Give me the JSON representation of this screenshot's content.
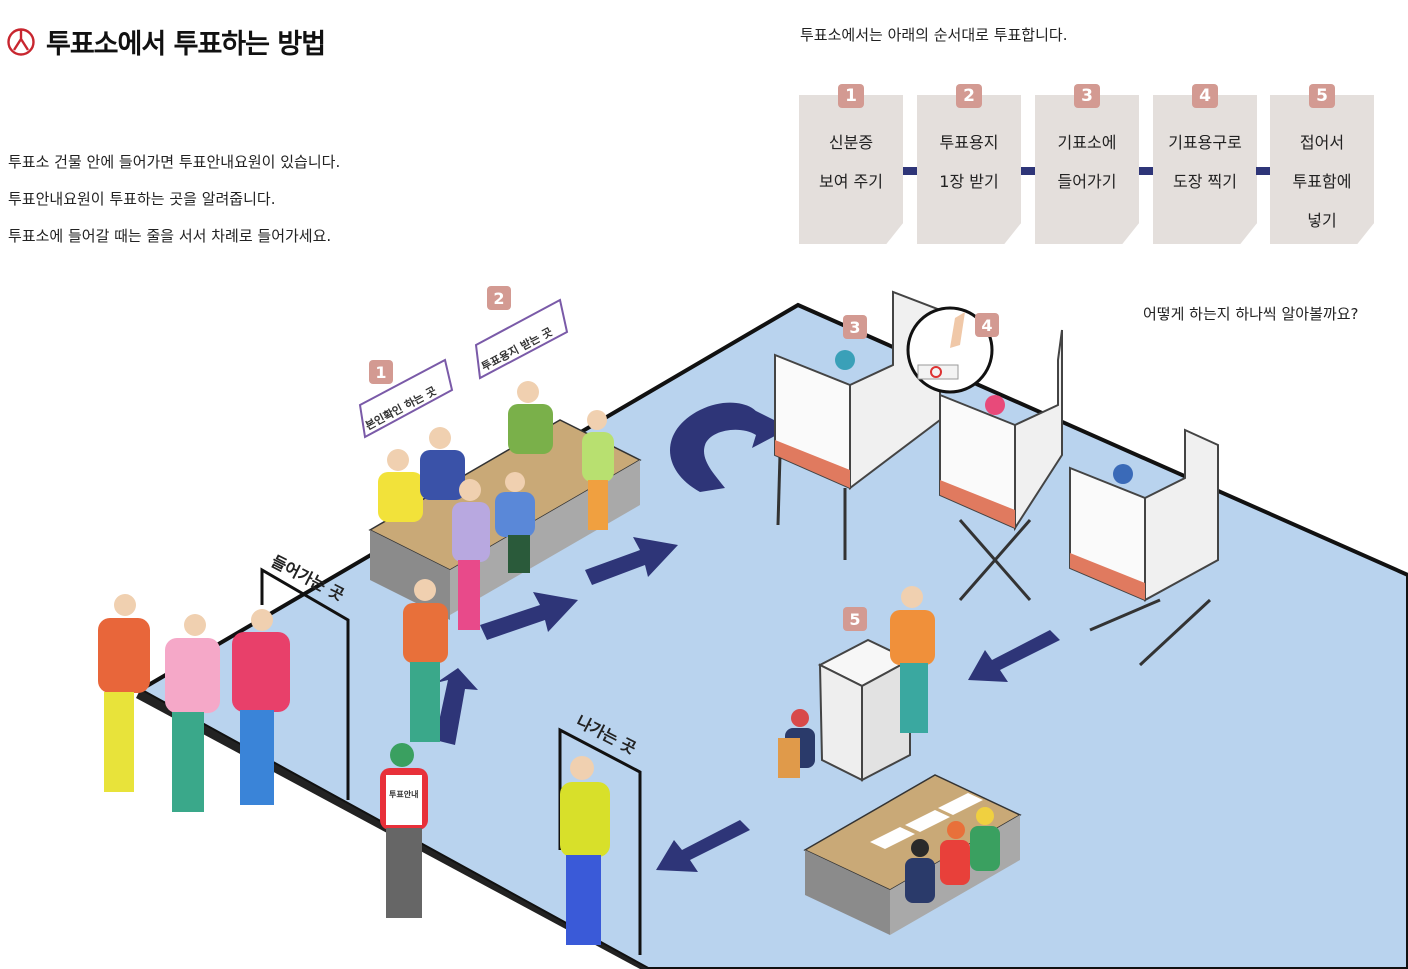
{
  "header": {
    "title": "투표소에서 투표하는 방법",
    "icon": "vote-stamp-icon"
  },
  "intro": {
    "lines": [
      "투표소 건물 안에 들어가면 투표안내요원이 있습니다.",
      "투표안내요원이 투표하는 곳을 알려줍니다.",
      "투표소에 들어갈 때는 줄을 서서 차례로 들어가세요."
    ]
  },
  "order_note": "투표소에서는 아래의 순서대로 투표합니다.",
  "steps": [
    {
      "num": "1",
      "line1": "신분증",
      "line2": "보여 주기",
      "line3": ""
    },
    {
      "num": "2",
      "line1": "투표용지",
      "line2": "1장 받기",
      "line3": ""
    },
    {
      "num": "3",
      "line1": "기표소에",
      "line2": "들어가기",
      "line3": ""
    },
    {
      "num": "4",
      "line1": "기표용구로",
      "line2": "도장 찍기",
      "line3": ""
    },
    {
      "num": "5",
      "line1": "접어서",
      "line2": "투표함에",
      "line3": "넣기"
    }
  ],
  "question": "어떻게 하는지 하나씩 알아볼까요?",
  "illustration": {
    "badges": [
      "1",
      "2",
      "3",
      "4",
      "5"
    ],
    "sign_identity": "본인확인 하는 곳",
    "sign_ballot": "투표용지 받는 곳",
    "entrance": "들어가는 곳",
    "exit": "나가는 곳",
    "guide_vest": "투표안내"
  },
  "colors": {
    "floor": "#b9d3ee",
    "arrow": "#2e3578",
    "badge": "#d39a92",
    "card": "#e4dfdc",
    "title_icon": "#c8262f"
  }
}
